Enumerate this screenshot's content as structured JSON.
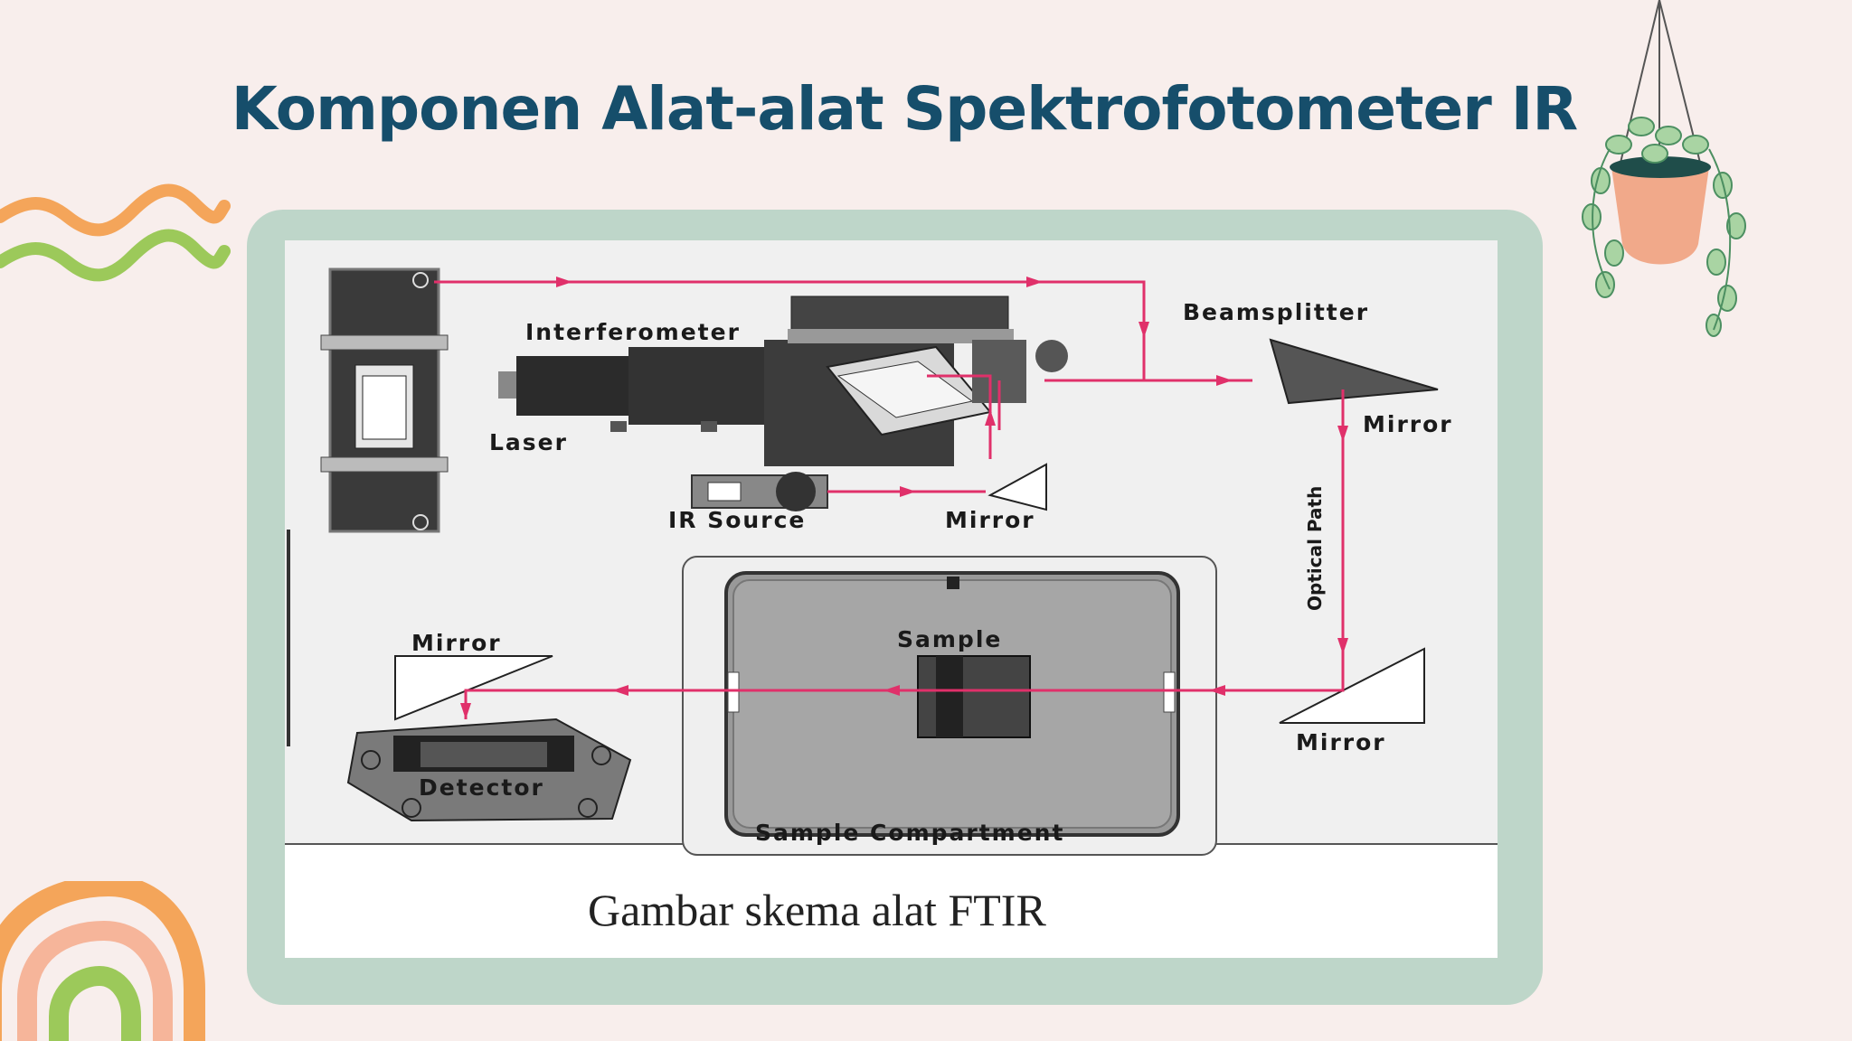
{
  "slide": {
    "title": "Komponen Alat-alat Spektrofotometer IR"
  },
  "diagram": {
    "labels": {
      "interferometer": "Interferometer",
      "laser": "Laser",
      "beamsplitter": "Beamsplitter",
      "mirror_top_right": "Mirror",
      "ir_source": "IR Source",
      "mirror_center": "Mirror",
      "optical_path": "Optical Path",
      "mirror_left": "Mirror",
      "sample": "Sample",
      "detector": "Detector",
      "mirror_bottom_right": "Mirror",
      "sample_compartment": "Sample Compartment"
    },
    "caption": "Gambar skema alat FTIR"
  },
  "colors": {
    "background": "#f8eeec",
    "title": "#164e6b",
    "frame": "#bed6c9",
    "beam": "#e0306a",
    "deco_orange": "#f4a55a",
    "deco_green": "#9cc95a"
  }
}
